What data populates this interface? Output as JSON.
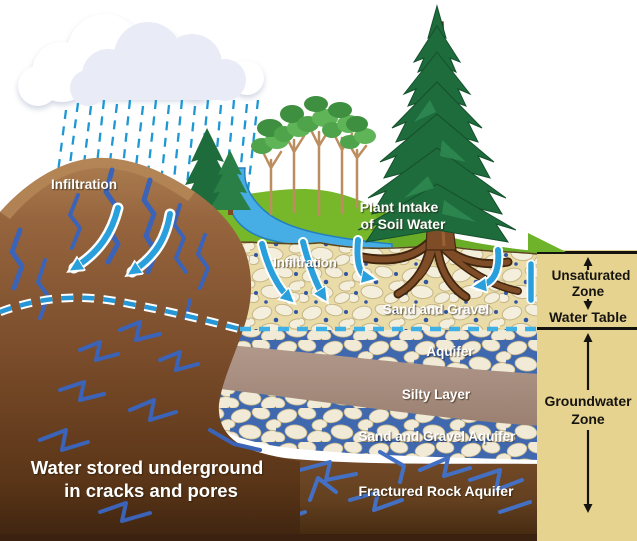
{
  "figure": {
    "type": "groundwater-infiltration-cross-section",
    "description": "Cross-section diagram of water infiltration and underground storage"
  },
  "labels": {
    "infiltration_hill": "Infiltration",
    "plant_intake_line1": "Plant Intake",
    "plant_intake_line2": "of Soil Water",
    "infiltration_soil": "Infiltration",
    "sand_and_gravel": "Sand and Gravel",
    "aquifer": "Aquifer",
    "silty_layer": "Silty Layer",
    "sand_and_gravel_aquifer": "Sand and Gravel Aquifer",
    "water_stored_line1": "Water stored underground",
    "water_stored_line2": "in cracks and pores",
    "fractured_rock_aquifer": "Fractured Rock Aquifer"
  },
  "legend_panel": {
    "unsaturated_zone_line1": "Unsaturated",
    "unsaturated_zone_line2": "Zone",
    "water_table": "Water Table",
    "groundwater_zone_line1": "Groundwater",
    "groundwater_zone_line2": "Zone"
  },
  "icons": {
    "cloud": "cloud-icon",
    "rain": "rain-dashes-icon",
    "pine_tree": "pine-tree-icon",
    "deciduous_trees": "deciduous-trees-icon",
    "stream": "stream-icon",
    "infiltration_arrows": "blue-arrow-icon",
    "zone_arrows": "double-arrow-icon"
  },
  "colors": {
    "panel_bg": "#E6D38F",
    "legend_text": "#151310",
    "water_arrow_blue": "#29A0DC",
    "rain_blue": "#1E97D3",
    "aquifer_blue": "#3F68AF",
    "crack_blue": "#4470C4",
    "grass_green": "#76B82A",
    "hill_brown": "#8D5C39",
    "rock_brown": "#6B4226",
    "silty_layer": "#A68A7C",
    "soil_khaki": "#E9DCA9",
    "label_white": "#FFFFFF"
  }
}
